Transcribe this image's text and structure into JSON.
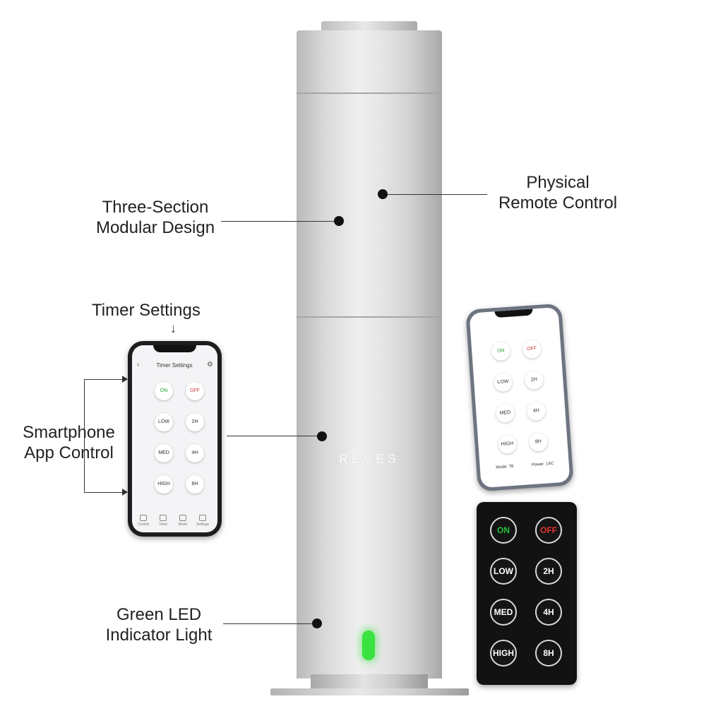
{
  "labels": {
    "modular": [
      "Three-Section",
      "Modular Design"
    ],
    "remote": [
      "Physical",
      "Remote Control"
    ],
    "timer": "Timer Settings",
    "app": [
      "Smartphone",
      "App Control"
    ],
    "led": [
      "Green LED",
      "Indicator Light"
    ]
  },
  "device": {
    "brand": "REVES",
    "led_color": "#39e23f"
  },
  "app_phone": {
    "title": "Timer Settings",
    "buttons": [
      {
        "label": "ON",
        "kind": "on"
      },
      {
        "label": "OFF",
        "kind": "off"
      },
      {
        "label": "LOW",
        "kind": "plain"
      },
      {
        "label": "2H",
        "kind": "plain"
      },
      {
        "label": "MED",
        "kind": "plain"
      },
      {
        "label": "4H",
        "kind": "plain"
      },
      {
        "label": "HIGH",
        "kind": "plain"
      },
      {
        "label": "8H",
        "kind": "plain"
      }
    ],
    "nav": [
      "Control",
      "Timer",
      "Mode",
      "Settings"
    ]
  },
  "remote_phone": {
    "buttons": [
      {
        "label": "ON",
        "kind": "on"
      },
      {
        "label": "OFF",
        "kind": "off"
      },
      {
        "label": "LOW",
        "kind": "plain"
      },
      {
        "label": "2H",
        "kind": "plain"
      },
      {
        "label": "MED",
        "kind": "plain"
      },
      {
        "label": "4H",
        "kind": "plain"
      },
      {
        "label": "HIGH",
        "kind": "plain"
      },
      {
        "label": "8H",
        "kind": "plain"
      }
    ],
    "footer_left": "Mode: 78",
    "footer_right": "Power: 14C"
  },
  "remote": {
    "buttons": [
      {
        "label": "ON",
        "kind": "on"
      },
      {
        "label": "OFF",
        "kind": "off"
      },
      {
        "label": "LOW",
        "kind": "plain"
      },
      {
        "label": "2H",
        "kind": "plain"
      },
      {
        "label": "MED",
        "kind": "plain"
      },
      {
        "label": "4H",
        "kind": "plain"
      },
      {
        "label": "HIGH",
        "kind": "plain"
      },
      {
        "label": "8H",
        "kind": "plain"
      }
    ]
  }
}
